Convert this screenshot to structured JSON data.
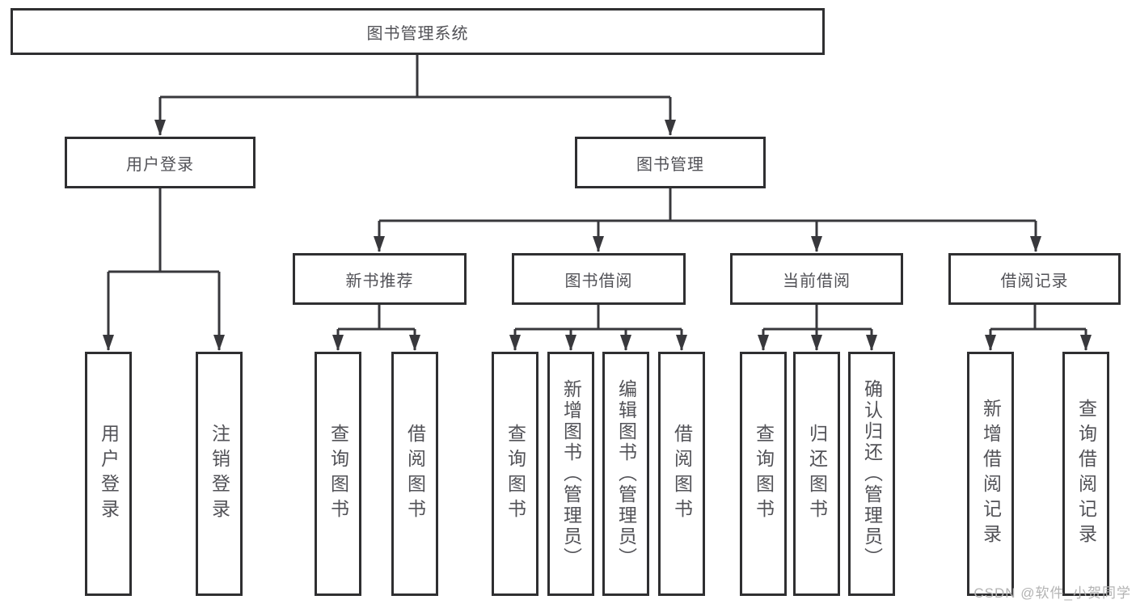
{
  "diagram": {
    "type": "hierarchy-tree",
    "nodes": {
      "root": {
        "label": "图书管理系统"
      },
      "l2": [
        {
          "label": "用户登录"
        },
        {
          "label": "图书管理"
        }
      ],
      "l3": [
        {
          "label": "新书推荐",
          "parent": "图书管理"
        },
        {
          "label": "图书借阅",
          "parent": "图书管理"
        },
        {
          "label": "当前借阅",
          "parent": "图书管理"
        },
        {
          "label": "借阅记录",
          "parent": "图书管理"
        }
      ],
      "leaves": [
        {
          "label": "用户登录",
          "parent": "用户登录"
        },
        {
          "label": "注销登录",
          "parent": "用户登录"
        },
        {
          "label": "查询图书",
          "parent": "新书推荐"
        },
        {
          "label": "借阅图书",
          "parent": "新书推荐"
        },
        {
          "label": "查询图书",
          "parent": "图书借阅"
        },
        {
          "label": "新增图书（管理员）",
          "parent": "图书借阅"
        },
        {
          "label": "编辑图书（管理员）",
          "parent": "图书借阅"
        },
        {
          "label": "借阅图书",
          "parent": "图书借阅"
        },
        {
          "label": "查询图书",
          "parent": "当前借阅"
        },
        {
          "label": "归还图书",
          "parent": "当前借阅"
        },
        {
          "label": "确认归还（管理员）",
          "parent": "当前借阅"
        },
        {
          "label": "新增借阅记录",
          "parent": "借阅记录"
        },
        {
          "label": "查询借阅记录",
          "parent": "借阅记录"
        }
      ]
    },
    "colors": {
      "background": "#ffffff",
      "line": "#38383c",
      "box_border": "#2f2f31",
      "text": "#525257",
      "watermark": "#b3b3b3"
    }
  },
  "watermark": {
    "text": "CSDN @软件_小贺同学"
  }
}
